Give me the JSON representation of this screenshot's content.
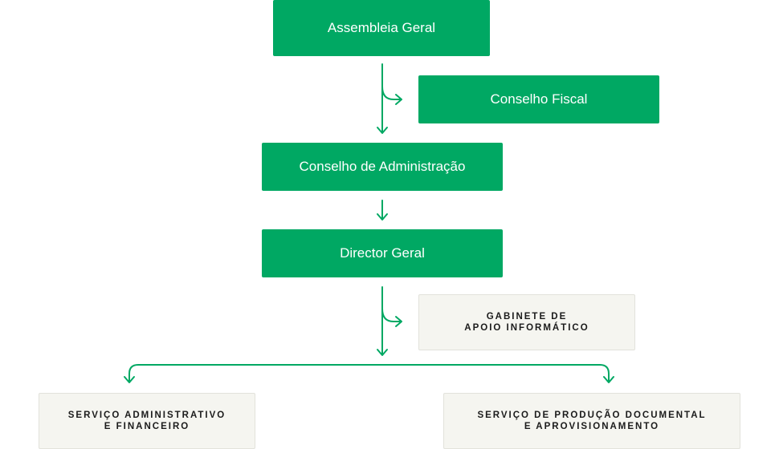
{
  "chart": {
    "accent_color": "#00a863",
    "nodes": {
      "assembleia_geral": "Assembleia Geral",
      "conselho_fiscal": "Conselho Fiscal",
      "conselho_administracao": "Conselho de Administração",
      "director_geral": "Director Geral",
      "gabinete": {
        "line1": "GABINETE DE",
        "line2": "APOIO INFORMÁTICO"
      },
      "servico_administrativo": {
        "line1": "SERVIÇO ADMINISTRATIVO",
        "line2": "E FINANCEIRO"
      },
      "servico_producao": {
        "line1": "SERVIÇO DE PRODUÇÃO DOCUMENTAL",
        "line2": "E APROVISIONAMENTO"
      }
    }
  }
}
